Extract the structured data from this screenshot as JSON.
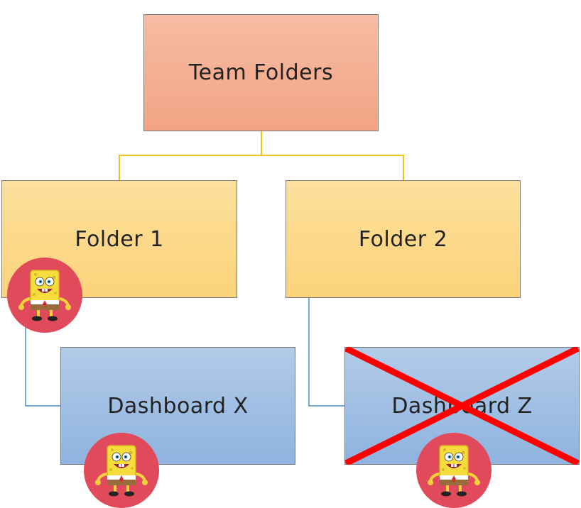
{
  "diagram": {
    "root": {
      "label": "Team Folders"
    },
    "folders": [
      {
        "label": "Folder 1"
      },
      {
        "label": "Folder 2"
      }
    ],
    "dashboards": [
      {
        "label": "Dashboard X",
        "access": "allowed"
      },
      {
        "label": "Dashboard Z",
        "access": "denied"
      }
    ],
    "avatar_icon": "spongebob-character-icon",
    "colors": {
      "root_fill": "#f4ad90",
      "folder_fill": "#fcd98a",
      "dashboard_fill": "#a3c0e4",
      "root_connector": "#f0c419",
      "folder_connector": "#4a90c8",
      "avatar_circle": "#e14a5a",
      "cross": "#ff0000"
    }
  }
}
